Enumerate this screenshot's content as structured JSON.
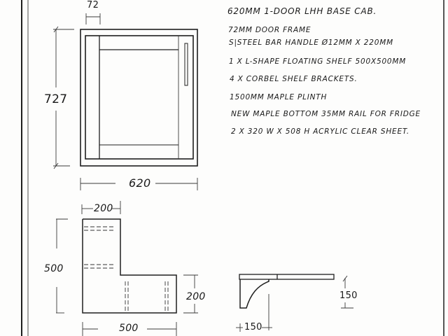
{
  "drawing": {
    "front_elevation": {
      "frame_width_label": "72",
      "height_label": "727",
      "width_label": "620"
    },
    "plan_view": {
      "arm_width_top_label": "200",
      "depth_label": "500",
      "arm_width_right_label": "200",
      "width_label": "500"
    },
    "bracket_detail": {
      "height_label": "150",
      "depth_label": "150"
    },
    "notes": [
      "620mm 1-Door LHH Base Cab.",
      "72mm Door Frame",
      "S|Steel Bar Handle Ø12mm x 220mm",
      "1 x L-Shape Floating Shelf 500x500mm",
      "4 x Corbel Shelf Brackets.",
      "1500mm Maple Plinth",
      "New Maple Bottom 35mm Rail for Fridge",
      "2 x 320 W x 508 H Acrylic Clear Sheet."
    ]
  },
  "colors": {
    "paper": "#fdfdfc",
    "ink": "#1e1e1e"
  }
}
